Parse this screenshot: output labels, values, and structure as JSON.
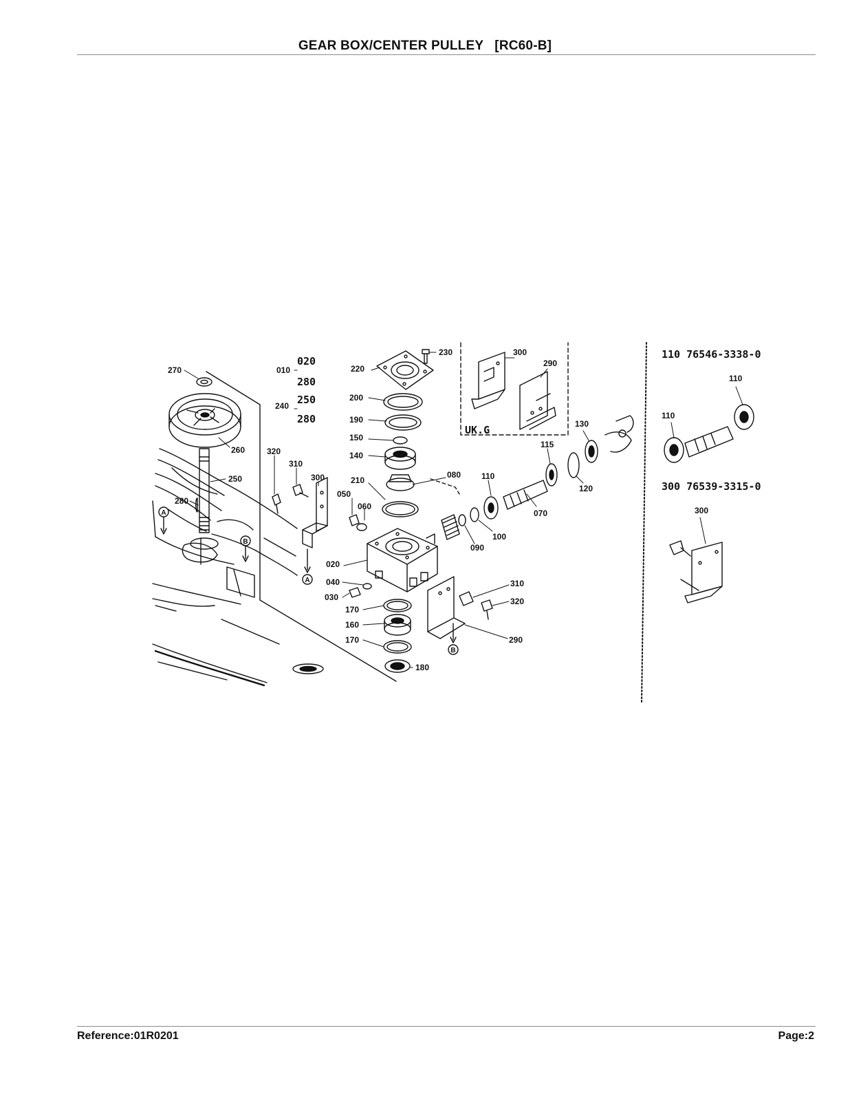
{
  "title": "GEAR BOX/CENTER PULLEY   [RC60-B]",
  "footer": {
    "reference": "Reference:01R0201",
    "page": "Page:2"
  },
  "variant_box_label": "UK.G",
  "part_reference": {
    "ref_110": "110 76546-3338-0",
    "ref_300": "300 76539-3315-0"
  },
  "markers": {
    "a": "A",
    "b": "B"
  },
  "callouts": {
    "c270": "270",
    "c260": "260",
    "c250": "250",
    "c280": "280",
    "c010": "010",
    "c020a": "020",
    "c280a": "280",
    "c240": "240",
    "c250b": "250",
    "c280b": "280",
    "c220": "220",
    "c230": "230",
    "c200": "200",
    "c190": "190",
    "c150": "150",
    "c140": "140",
    "c210": "210",
    "c080": "080",
    "c060": "060",
    "c050": "050",
    "c320a": "320",
    "c310a": "310",
    "c300a": "300",
    "c020": "020",
    "c040": "040",
    "c030": "030",
    "c170a": "170",
    "c160": "160",
    "c170b": "170",
    "c180": "180",
    "c110": "110",
    "c115": "115",
    "c130": "130",
    "c120": "120",
    "c070": "070",
    "c100": "100",
    "c090": "090",
    "c310b": "310",
    "c320b": "320",
    "c290": "290",
    "c300b": "300",
    "c290b": "290",
    "c110r1": "110",
    "c110r2": "110",
    "c300r": "300"
  }
}
